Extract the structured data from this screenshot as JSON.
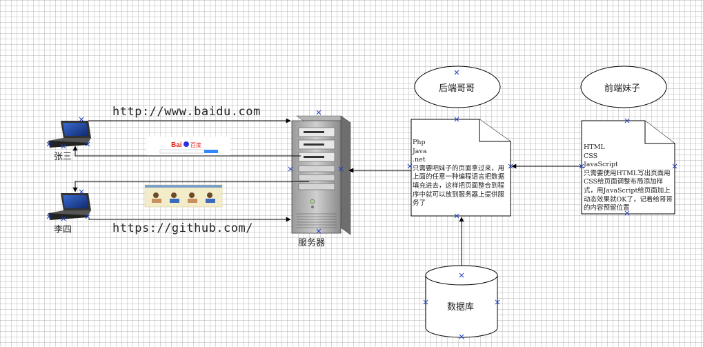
{
  "urls": {
    "baidu": "http://www.baidu.com",
    "github": "https://github.com/"
  },
  "users": {
    "zhangsan": "张三",
    "lisi": "李四"
  },
  "server_label": "服务器",
  "backend": {
    "title": "后端哥哥",
    "doc_lines": [
      "Php",
      "Java",
      ".net"
    ],
    "doc_text": "只需要吧妹子的页面拿过来，用上面的任意一种编程语言把数据填充进去，这样把页面整合到程序中就可以放到服务器上提供服务了"
  },
  "frontend": {
    "title": "前端妹子",
    "doc_lines": [
      "HTML",
      "CSS",
      "JavaScript"
    ],
    "doc_text": "只需要使用HTML写出页面用CSS给页面调整布局添加样式，用JavaScript给页面加上动态效果就OK了，记着给哥哥的内容预留位置"
  },
  "database": {
    "label": "数据库"
  },
  "colors": {
    "line": "#000000",
    "handle": "#1f3fbf",
    "laptop_screen": "#1a3a8a",
    "baidu_red": "#e1251b",
    "baidu_blue": "#2932e1"
  },
  "icons": [
    "laptop-icon",
    "server-tower-icon",
    "database-cylinder-icon",
    "document-icon",
    "baidu-logo-icon",
    "github-thumbnail-icon"
  ]
}
